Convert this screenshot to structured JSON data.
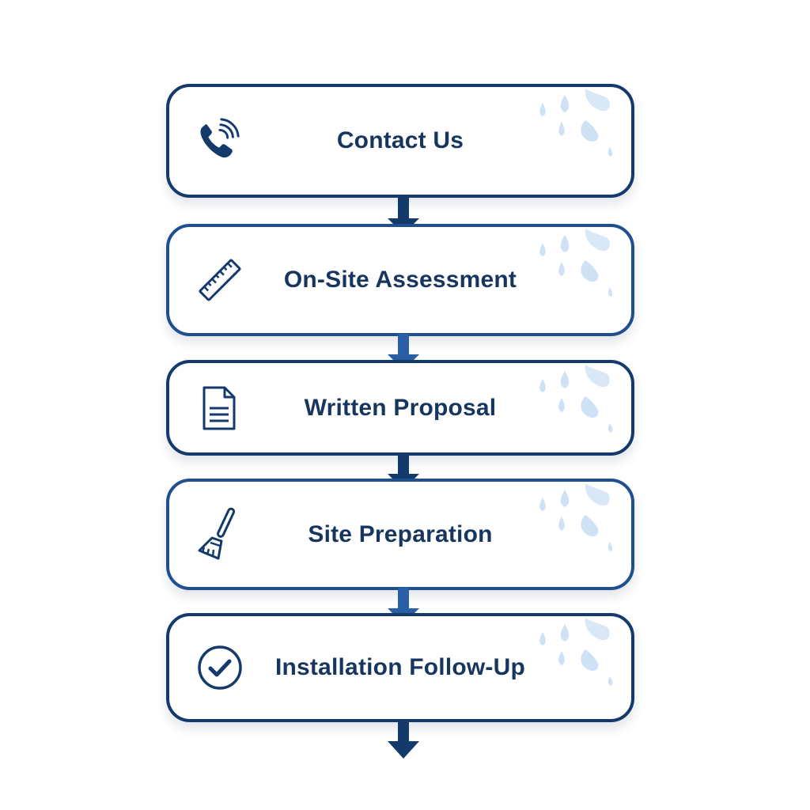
{
  "diagram": {
    "type": "vertical-process-flow",
    "colors": {
      "border": "#143a6b",
      "border_alt": "#1f4f8f",
      "text": "#17365f",
      "arrow_dark": "#143a6b",
      "arrow_light": "#2a5ea6",
      "droplets": "#cfe2f5"
    },
    "steps": [
      {
        "label": "Contact Us",
        "icon": "phone-icon"
      },
      {
        "label": "On-Site Assessment",
        "icon": "ruler-icon"
      },
      {
        "label": "Written Proposal",
        "icon": "document-icon"
      },
      {
        "label": "Site Preparation",
        "icon": "broom-icon"
      },
      {
        "label": "Installation Follow-Up",
        "icon": "check-circle-icon"
      }
    ]
  }
}
